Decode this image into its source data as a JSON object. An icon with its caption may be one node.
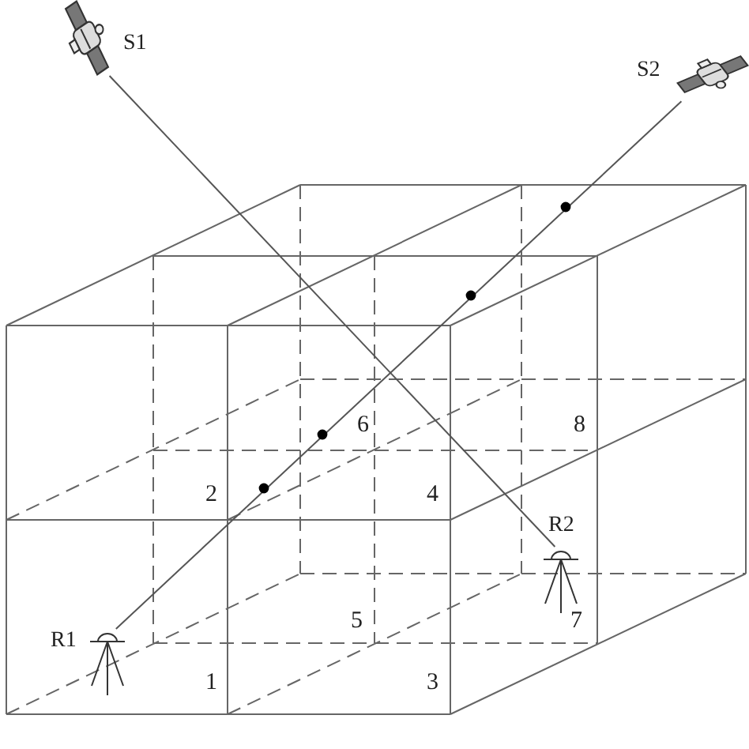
{
  "diagram": {
    "nodes": [
      {
        "text": [],
        "shape": "picture",
        "beside": [
          "S1"
        ]
      },
      {
        "text": [],
        "shape": "picture",
        "beside": [
          "S2"
        ]
      },
      {
        "text": [],
        "shape": "picture",
        "beside": [
          "R1"
        ]
      },
      {
        "text": [],
        "shape": "picture",
        "beside": [
          "R2"
        ]
      }
    ],
    "edges": [
      {
        "from": 0,
        "to": 3,
        "arrow": "none"
      },
      {
        "from": 1,
        "to": 2,
        "arrow": "none"
      }
    ],
    "labels": [
      "6",
      "8",
      "2",
      "4",
      "5",
      "7",
      "1",
      "3"
    ]
  }
}
